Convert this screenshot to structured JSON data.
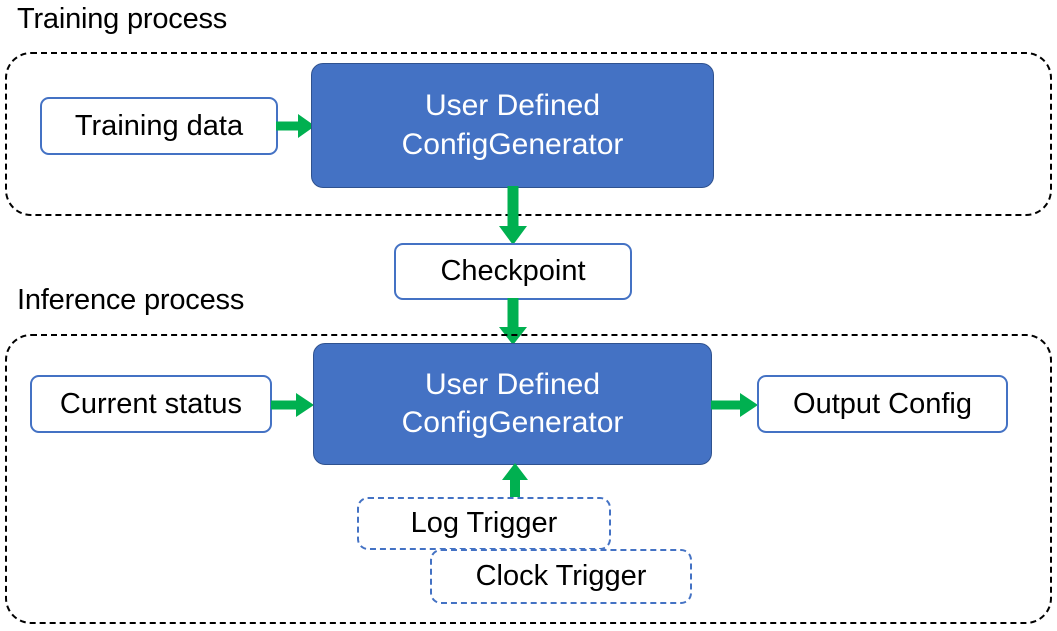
{
  "diagram": {
    "title_training": "Training process",
    "title_inference": "Inference process",
    "colors": {
      "process_fill": "#4472C4",
      "process_stroke": "#2F528F",
      "box_border": "#4472C4",
      "arrow": "#00B050",
      "container_border": "#000000",
      "text_dark": "#000000",
      "text_light": "#FFFFFF"
    }
  },
  "training": {
    "container_label": "Training process",
    "input_box": "Training data",
    "process_line1": "User Defined",
    "process_line2": "ConfigGenerator"
  },
  "checkpoint": {
    "label": "Checkpoint"
  },
  "inference": {
    "container_label": "Inference process",
    "input_box": "Current status",
    "process_line1": "User Defined",
    "process_line2": "ConfigGenerator",
    "output_box": "Output Config",
    "triggers": [
      {
        "label": "Log Trigger"
      },
      {
        "label": "Clock Trigger"
      }
    ]
  },
  "arrows": [
    {
      "name": "training-data-to-generator",
      "direction": "right"
    },
    {
      "name": "training-generator-to-checkpoint",
      "direction": "down"
    },
    {
      "name": "checkpoint-to-inference-generator",
      "direction": "down"
    },
    {
      "name": "current-status-to-generator",
      "direction": "right"
    },
    {
      "name": "generator-to-output-config",
      "direction": "right"
    },
    {
      "name": "triggers-to-generator",
      "direction": "up"
    }
  ]
}
